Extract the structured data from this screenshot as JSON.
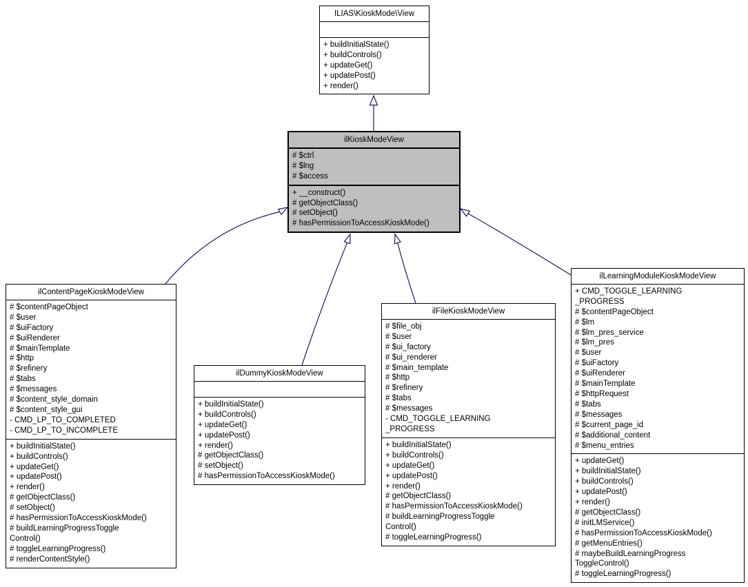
{
  "colors": {
    "arrow": "#191970",
    "focal_node_fill": "#bfbfbf",
    "node_fill": "#ffffff",
    "border": "#000000",
    "text": "#000000",
    "background": "#ffffff"
  },
  "classes": [
    {
      "name": "ILIAS\\KioskMode\\View",
      "attributes": [],
      "methods": [
        "+ buildInitialState()",
        "+ buildControls()",
        "+ updateGet()",
        "+ updatePost()",
        "+ render()"
      ]
    },
    {
      "name": "ilKioskModeView",
      "attributes": [
        "# $ctrl",
        "# $lng",
        "# $access"
      ],
      "methods": [
        "+ __construct()",
        "# getObjectClass()",
        "# setObject()",
        "# hasPermissionToAccessKioskMode()"
      ]
    },
    {
      "name": "ilContentPageKioskModeView",
      "attributes": [
        "# $contentPageObject",
        "# $user",
        "# $uiFactory",
        "# $uiRenderer",
        "# $mainTemplate",
        "# $http",
        "# $refinery",
        "# $tabs",
        "# $messages",
        "# $content_style_domain",
        "# $content_style_gui",
        "- CMD_LP_TO_COMPLETED",
        "- CMD_LP_TO_INCOMPLETE"
      ],
      "methods": [
        "+ buildInitialState()",
        "+ buildControls()",
        "+ updateGet()",
        "+ updatePost()",
        "+ render()",
        "# getObjectClass()",
        "# setObject()",
        "# hasPermissionToAccessKioskMode()",
        "# buildLearningProgressToggle\nControl()",
        "# toggleLearningProgress()",
        "# renderContentStyle()"
      ]
    },
    {
      "name": "ilDummyKioskModeView",
      "attributes": [],
      "methods": [
        "+ buildInitialState()",
        "+ buildControls()",
        "+ updateGet()",
        "+ updatePost()",
        "+ render()",
        "# getObjectClass()",
        "# setObject()",
        "# hasPermissionToAccessKioskMode()"
      ]
    },
    {
      "name": "ilFileKioskModeView",
      "attributes": [
        "# $file_obj",
        "# $user",
        "# $ui_factory",
        "# $ui_renderer",
        "# $main_template",
        "# $http",
        "# $refinery",
        "# $tabs",
        "# $messages",
        "- CMD_TOGGLE_LEARNING\n_PROGRESS"
      ],
      "methods": [
        "+ buildInitialState()",
        "+ buildControls()",
        "+ updateGet()",
        "+ updatePost()",
        "+ render()",
        "# getObjectClass()",
        "# hasPermissionToAccessKioskMode()",
        "# buildLearningProgressToggle\nControl()",
        "# toggleLearningProgress()"
      ]
    },
    {
      "name": "ilLearningModuleKioskModeView",
      "attributes": [
        "+ CMD_TOGGLE_LEARNING\n_PROGRESS",
        "# $contentPageObject",
        "# $lm",
        "# $lm_pres_service",
        "# $lm_pres",
        "# $user",
        "# $uiFactory",
        "# $uiRenderer",
        "# $mainTemplate",
        "# $httpRequest",
        "# $tabs",
        "# $messages",
        "# $current_page_id",
        "# $additional_content",
        "# $menu_entries"
      ],
      "methods": [
        "+ updateGet()",
        "+ buildInitialState()",
        "+ buildControls()",
        "+ updatePost()",
        "+ render()",
        "# getObjectClass()",
        "# initLMService()",
        "# hasPermissionToAccessKioskMode()",
        "# getMenuEntries()",
        "# maybeBuildLearningProgress\nToggleControl()",
        "# toggleLearningProgress()"
      ]
    }
  ],
  "relations": [
    {
      "from": "ilKioskModeView",
      "to": "ILIAS\\KioskMode\\View",
      "type": "inheritance"
    },
    {
      "from": "ilContentPageKioskModeView",
      "to": "ilKioskModeView",
      "type": "inheritance"
    },
    {
      "from": "ilDummyKioskModeView",
      "to": "ilKioskModeView",
      "type": "inheritance"
    },
    {
      "from": "ilFileKioskModeView",
      "to": "ilKioskModeView",
      "type": "inheritance"
    },
    {
      "from": "ilLearningModuleKioskModeView",
      "to": "ilKioskModeView",
      "type": "inheritance"
    }
  ]
}
